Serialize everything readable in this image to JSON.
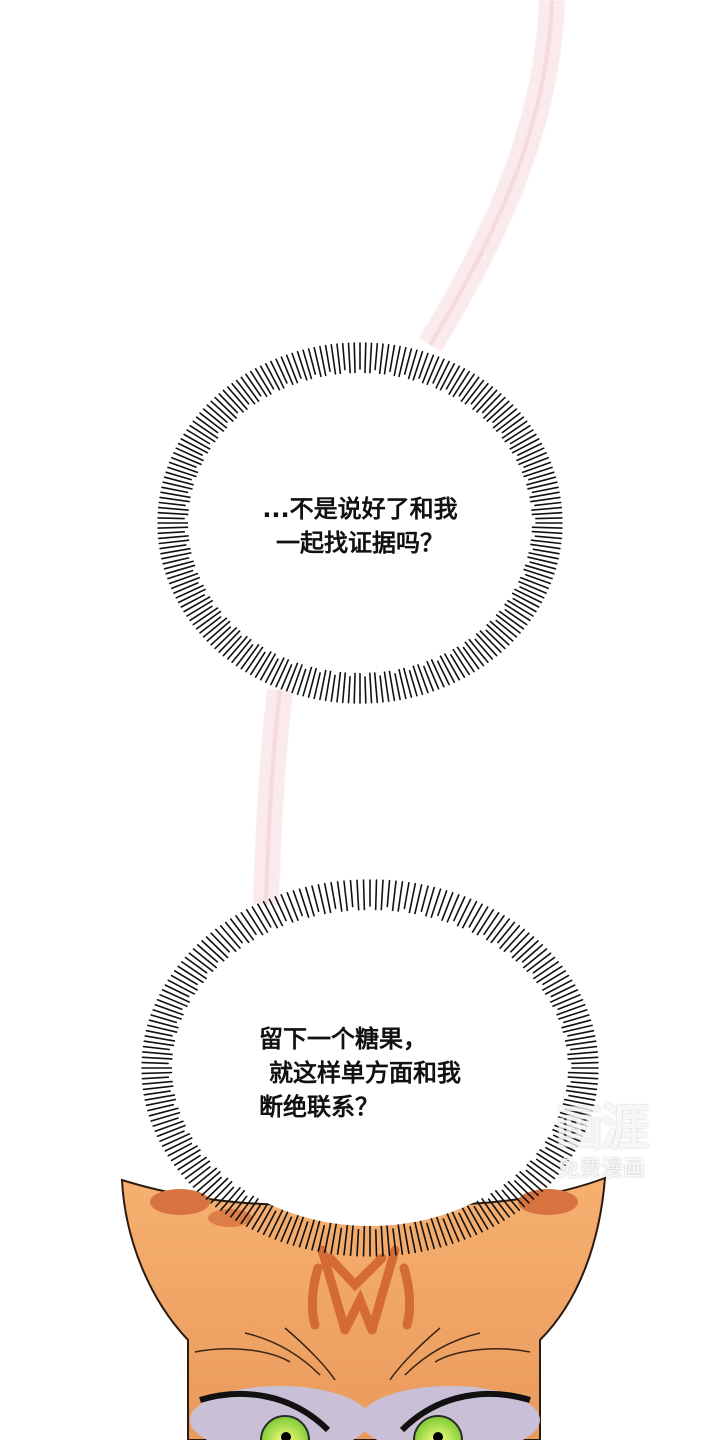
{
  "panel": {
    "background": "#ffffff",
    "wisp_color": "#e8a0a8"
  },
  "bubbles": [
    {
      "id": "bubble-1",
      "style": "spiky-burst",
      "lines": [
        "...不是说好了和我",
        "一起找证据吗？"
      ]
    },
    {
      "id": "bubble-2",
      "style": "spiky-burst",
      "lines": [
        "留下一个糖果，",
        "就这样单方面和我",
        "断绝联系？"
      ]
    }
  ],
  "character": {
    "description": "orange cat head peeking from bottom",
    "fur_color": "#f0a060",
    "marking_color": "#d46a34",
    "eye_color": "#9ee04a",
    "eye_shadow_color": "#c9bfd6"
  },
  "watermark": {
    "logo": "画涯",
    "subtitle": "免费漫画"
  }
}
